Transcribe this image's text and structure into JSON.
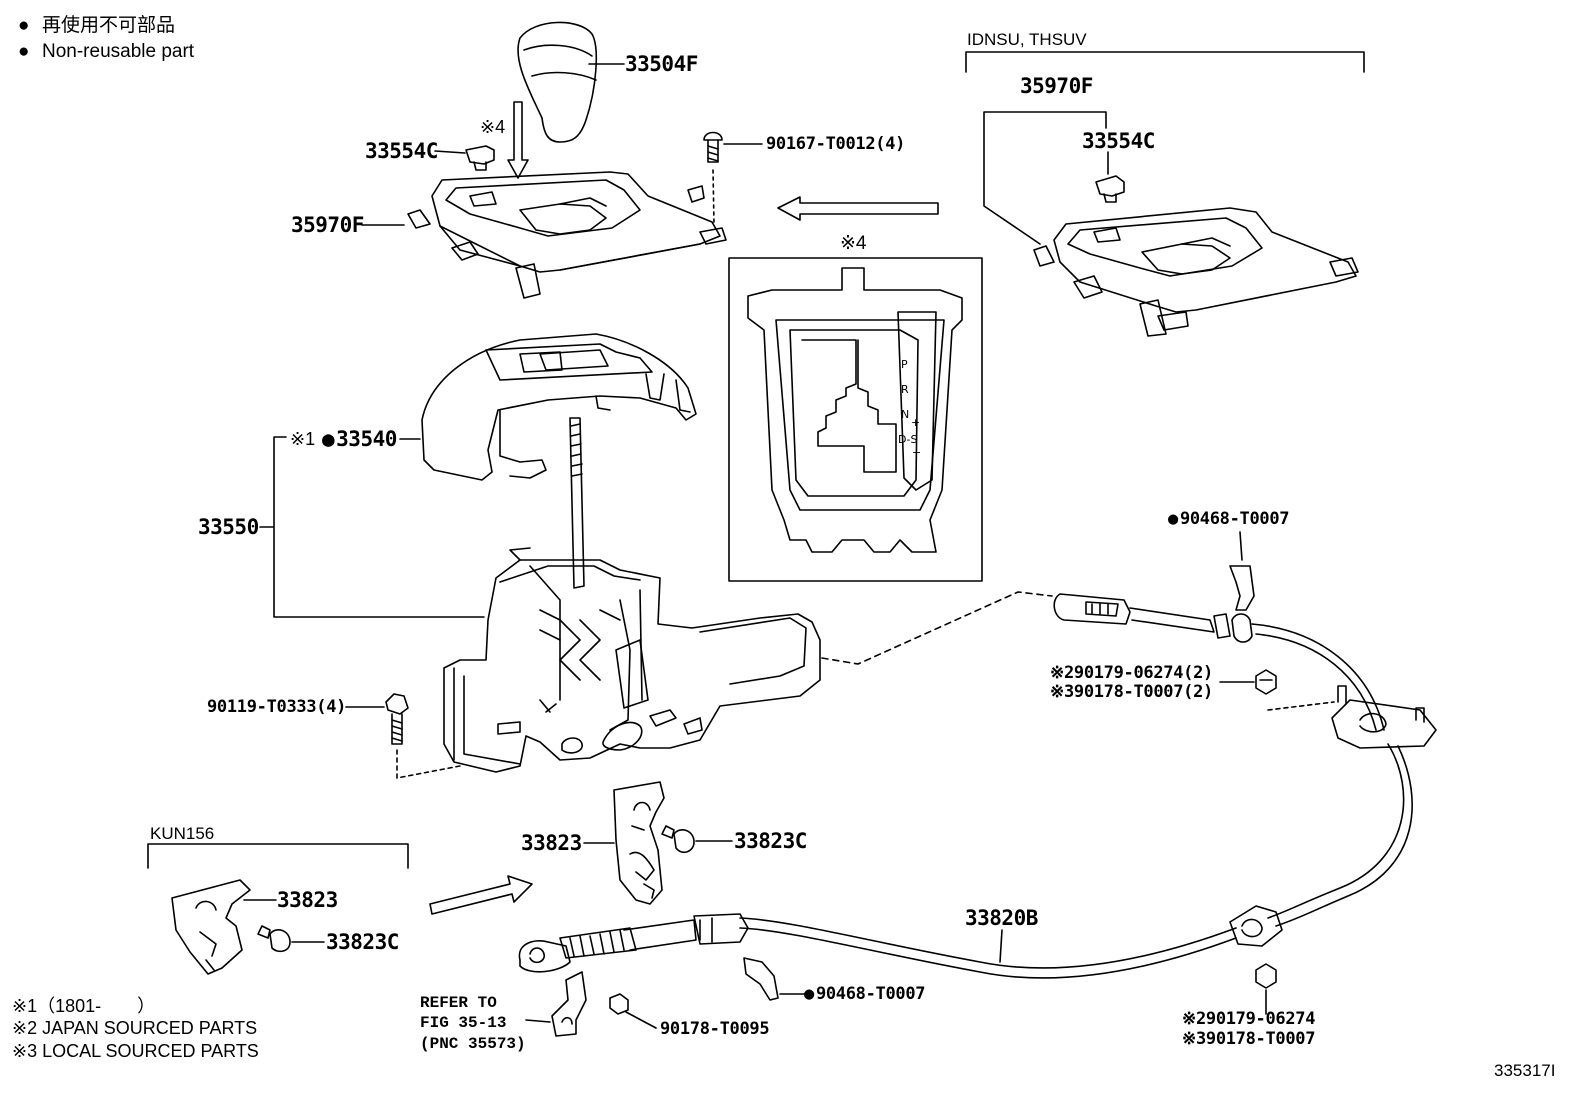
{
  "legend": {
    "symbol": "●",
    "line_jp": "再使用不可部品",
    "line_en": "Non-reusable part"
  },
  "conditions": {
    "top_right": "IDNSU, THSUV",
    "bottom_left": "KUN156"
  },
  "notes": {
    "n1": "※1（1801-　　）",
    "n2": "※2 JAPAN SOURCED PARTS",
    "n3": "※3 LOCAL SOURCED PARTS"
  },
  "detail_label": "※4",
  "gate_labels": [
    "P",
    "R",
    "N",
    "D-S",
    "+",
    "−"
  ],
  "labels": {
    "knob": "33504F",
    "clip_marker": "※4",
    "clip_left": "33554C",
    "screw_top": "90167-T0012(4)",
    "bezel_left": "35970F",
    "bezel_right": "35970F",
    "clip_right": "33554C",
    "housing_note": "※1",
    "housing": "33540",
    "assembly": "33550",
    "bolt_left": "90119-T0333(4)",
    "clip_cable_top": "90468-T0007",
    "nut_top_2": "※290179-06274(2)",
    "nut_top_3": "※390178-T0007(2)",
    "bracket_mid": "33823",
    "bolt_mid": "33823C",
    "bracket_kun": "33823",
    "bolt_kun": "33823C",
    "cable": "33820B",
    "clip_cable_bottom": "90468-T0007",
    "refer_1": "REFER TO",
    "refer_2": "FIG 35-13",
    "refer_3": "(PNC 35573)",
    "nut_small": "90178-T0095",
    "nut_bot_2": "※290179-06274",
    "nut_bot_3": "※390178-T0007"
  },
  "figure_id": "335317I"
}
